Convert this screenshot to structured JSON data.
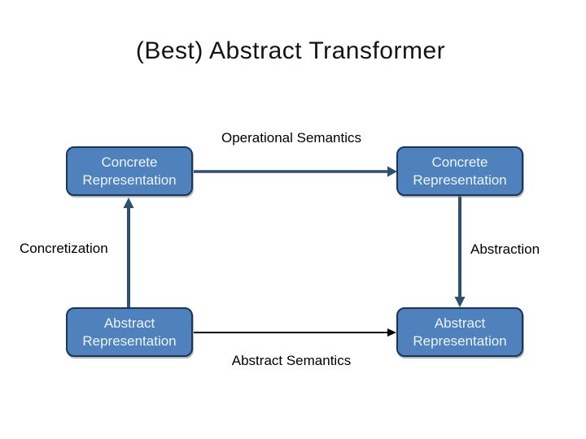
{
  "slide": {
    "title": "(Best) Abstract Transformer",
    "edges": {
      "operational_semantics": "Operational Semantics",
      "abstract_semantics": "Abstract Semantics",
      "concretization": "Concretization",
      "abstraction": "Abstraction"
    },
    "nodes": {
      "top_left": {
        "line1": "Concrete",
        "line2": "Representation"
      },
      "top_right": {
        "line1": "Concrete",
        "line2": "Representation"
      },
      "bottom_left": {
        "line1": "Abstract",
        "line2": "Representation"
      },
      "bottom_right": {
        "line1": "Abstract",
        "line2": "Representation"
      }
    },
    "colors": {
      "node_fill": "#4f81bd",
      "node_border": "#17365d",
      "node_text": "#edf3fa",
      "arrow_blue": "#2d4f71",
      "arrow_black": "#000000",
      "title_text": "#141414",
      "label_text": "#000000",
      "background": "#ffffff"
    }
  }
}
